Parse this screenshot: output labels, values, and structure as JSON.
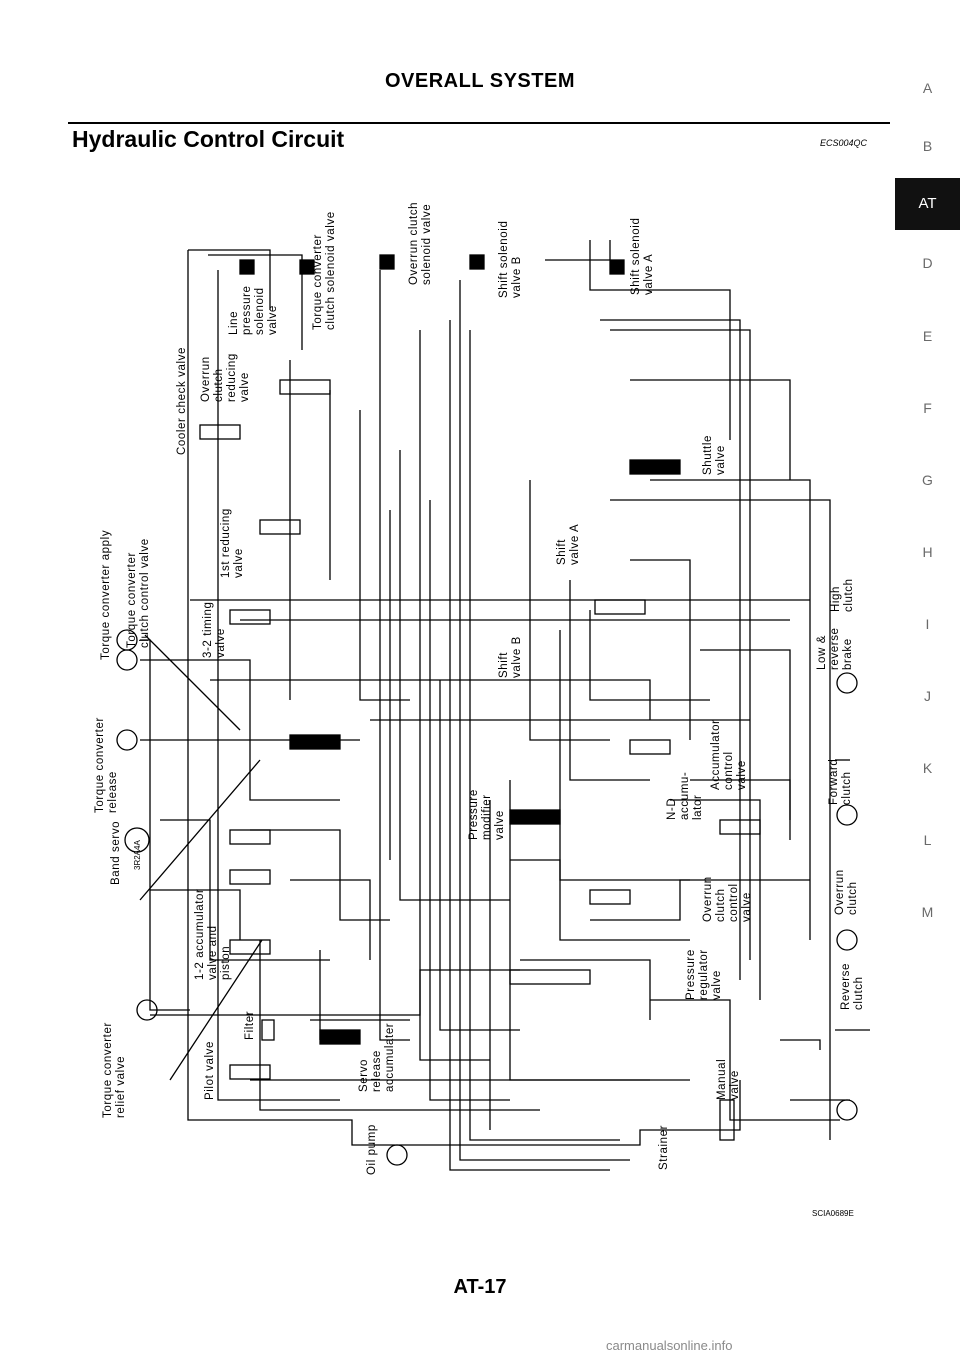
{
  "header": {
    "title": "OVERALL SYSTEM"
  },
  "section": {
    "title": "Hydraulic Control Circuit",
    "code": "ECS004QC"
  },
  "side_index": {
    "letters": [
      "A",
      "B",
      "AT",
      "D",
      "E",
      "F",
      "G",
      "H",
      "I",
      "J",
      "K",
      "L",
      "M"
    ],
    "active": "AT"
  },
  "diagram": {
    "labels": {
      "line_pressure_solenoid": "Line\npressure\nsolenoid\nvalve",
      "tcc_solenoid": "Torque converter\nclutch solenoid valve",
      "overrun_clutch_solenoid": "Overrun clutch\nsolenoid valve",
      "shift_solenoid_b": "Shift solenoid\nvalve B",
      "shift_solenoid_a": "Shift solenoid\nvalve A",
      "cooler_check": "Cooler check valve",
      "overrun_clutch_reducing": "Overrun\nclutch\nreducing\nvalve",
      "first_reducing": "1st reducing\nvalve",
      "timing_32": "3-2 timing\nvalve",
      "tc_apply": "Torque converter apply",
      "tc_clutch_control": "Torque converter\nclutch control valve",
      "tc_release": "Torque converter\nrelease",
      "band_servo": "Band servo",
      "band_servo_tag": "3R2A4A",
      "accum_12": "1-2 accumulator\nvalve and\npiston",
      "tc_relief": "Torque converter\nrelief valve",
      "pilot_valve": "Pilot valve",
      "filter": "Filter",
      "servo_release": "Servo\nrelease\naccumulater",
      "oil_pump": "Oil pump",
      "pressure_modifier": "Pressure\nmodifier\nvalve",
      "shift_valve_b": "Shift\nvalve B",
      "shift_valve_a": "Shift\nvalve A",
      "shuttle_valve": "Shuttle\nvalve",
      "accumulator_control": "Accumulator\ncontrol\nvalve",
      "nd_accumulator": "N-D\naccumu-\nlator",
      "overrun_clutch_control": "Overrun\nclutch\ncontrol\nvalve",
      "pressure_regulator": "Pressure\nregulator\nvalve",
      "manual_valve": "Manual\nvalve",
      "strainer": "Strainer",
      "high_clutch": "High\nclutch",
      "low_reverse_brake": "Low &\nreverse\nbrake",
      "forward_clutch": "Forward\nclutch",
      "overrun_clutch": "Overrun\nclutch",
      "reverse_clutch": "Reverse\nclutch"
    },
    "figure_code": "SCIA0689E"
  },
  "footer": {
    "page_number": "AT-17",
    "watermark": "carmanualsonline.info"
  }
}
